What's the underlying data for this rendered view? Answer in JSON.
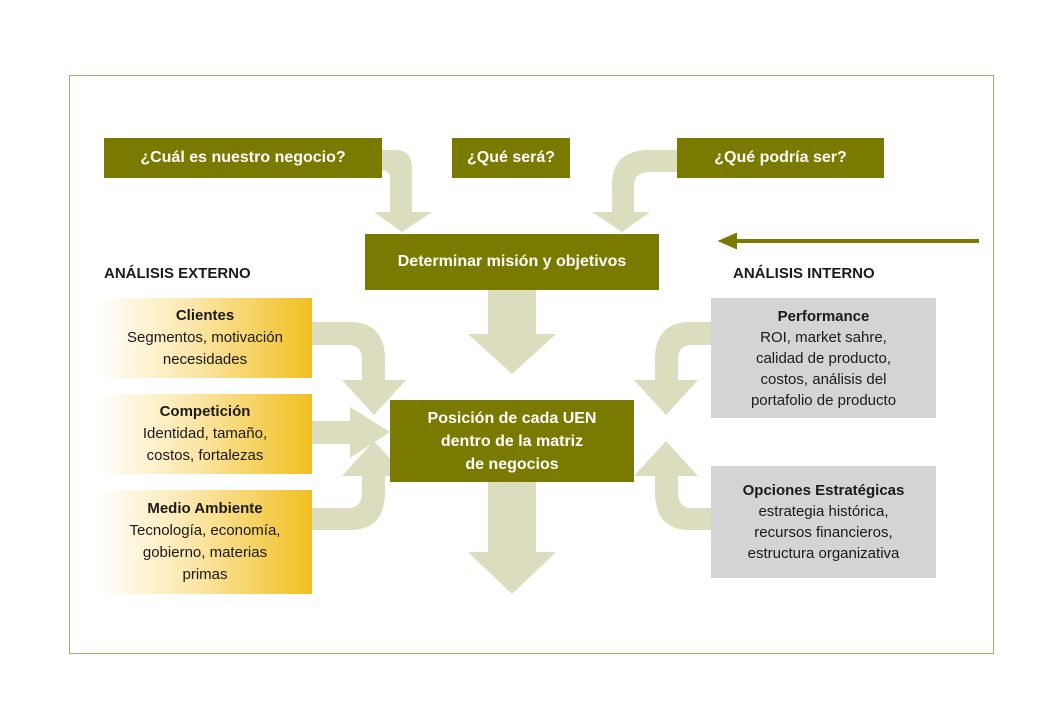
{
  "questions": {
    "current_business": "¿Cuál es nuestro negocio?",
    "what_will_be": "¿Qué será?",
    "what_could_be": "¿Qué podría ser?"
  },
  "mission_box": "Determinar misión y objetivos",
  "position_box": {
    "line1": "Posición de cada UEN",
    "line2": "dentro de la matriz",
    "line3": "de negocios"
  },
  "external": {
    "heading": "ANÁLISIS EXTERNO",
    "items": [
      {
        "title": "Clientes",
        "lines": [
          "Segmentos, motivación",
          "necesidades"
        ]
      },
      {
        "title": "Competición",
        "lines": [
          "Identidad, tamaño,",
          "costos, fortalezas"
        ]
      },
      {
        "title": "Medio Ambiente",
        "lines": [
          "Tecnología, economía,",
          "gobierno, materias",
          "primas"
        ]
      }
    ]
  },
  "internal": {
    "heading": "ANÁLISIS INTERNO",
    "items": [
      {
        "title": "Performance",
        "lines": [
          "ROI, market sahre,",
          "calidad de producto,",
          "costos, análisis del",
          "portafolio de producto"
        ]
      },
      {
        "title": "Opciones Estratégicas",
        "lines": [
          "estrategia histórica,",
          "recursos financieros,",
          "estructura organizativa"
        ]
      }
    ]
  },
  "colors": {
    "olive": "#7a7a00",
    "arrow_fill": "#dcdcbe",
    "grey_box": "#d4d4d4",
    "yellow": "#f0c020"
  }
}
